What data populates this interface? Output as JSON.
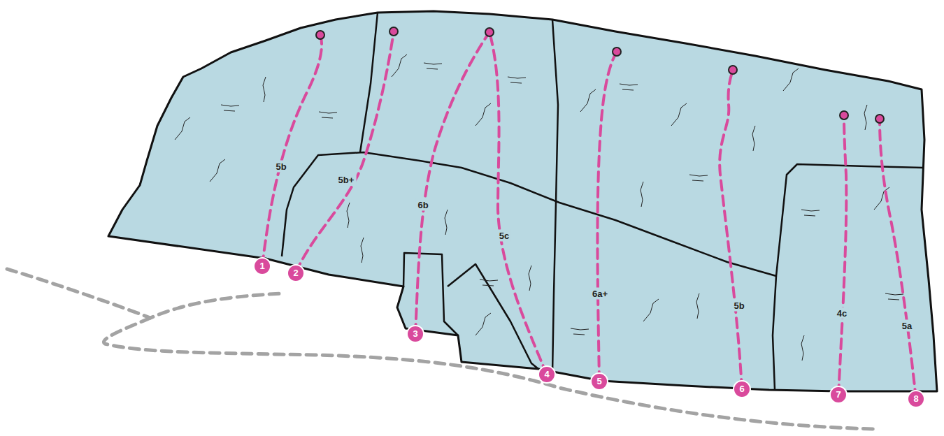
{
  "diagram": {
    "labels": [
      "5b",
      "5b+",
      "6b",
      "5c",
      "6a+",
      "5b",
      "4c",
      "5a",
      "1",
      "2",
      "3",
      "4",
      "5",
      "6",
      "7",
      "8"
    ]
  }
}
